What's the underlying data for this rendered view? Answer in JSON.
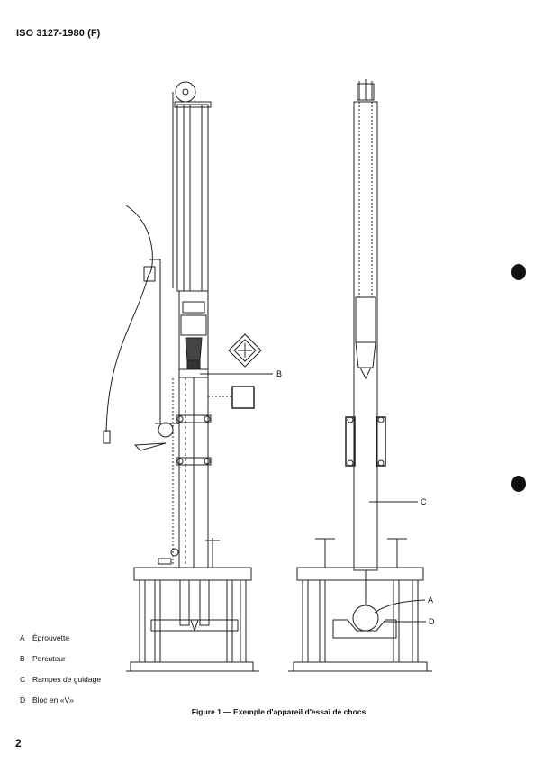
{
  "header": {
    "standard_ref": "ISO 3127-1980 (F)"
  },
  "figure": {
    "caption": "Figure 1 — Exemple d'appareil d'essai de chocs",
    "callouts": {
      "a": "A",
      "b": "B",
      "c": "C",
      "d": "D"
    }
  },
  "legend": [
    {
      "key": "A",
      "text": "Éprouvette"
    },
    {
      "key": "B",
      "text": "Percuteur"
    },
    {
      "key": "C",
      "text": "Rampes de guidage"
    },
    {
      "key": "D",
      "text": "Bloc en «V»"
    }
  ],
  "page_number": "2"
}
